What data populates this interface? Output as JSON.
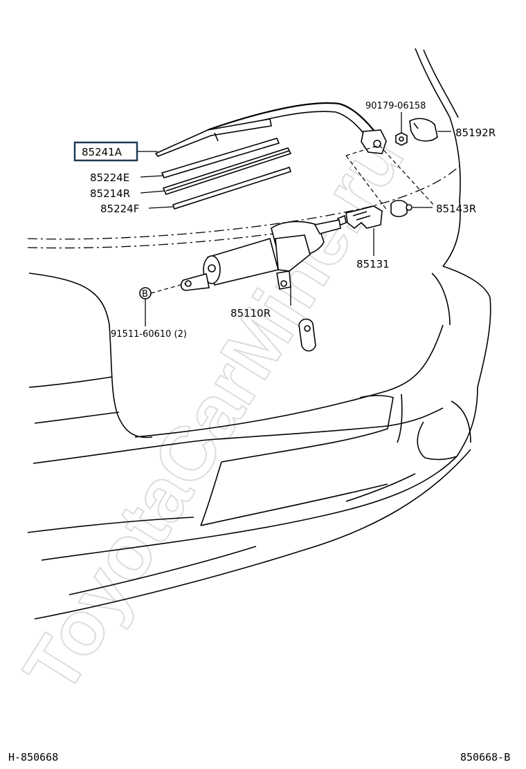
{
  "watermark": "ToyotaCarMine.ru",
  "callouts": {
    "wiper_blade_assy": "85241A",
    "blade_rubber_e": "85224E",
    "wiper_arm": "85214R",
    "blade_rubber_f": "85224F",
    "nut": "90179-06158",
    "arm_cover": "85192R",
    "pivot_cap": "85143R",
    "link_bracket": "85131",
    "wiper_motor": "85110R",
    "bolt": "91511-60610 (2)",
    "bolt_mark": "B"
  },
  "footer": {
    "left_code": "H-850668",
    "right_code": "850668-B"
  }
}
